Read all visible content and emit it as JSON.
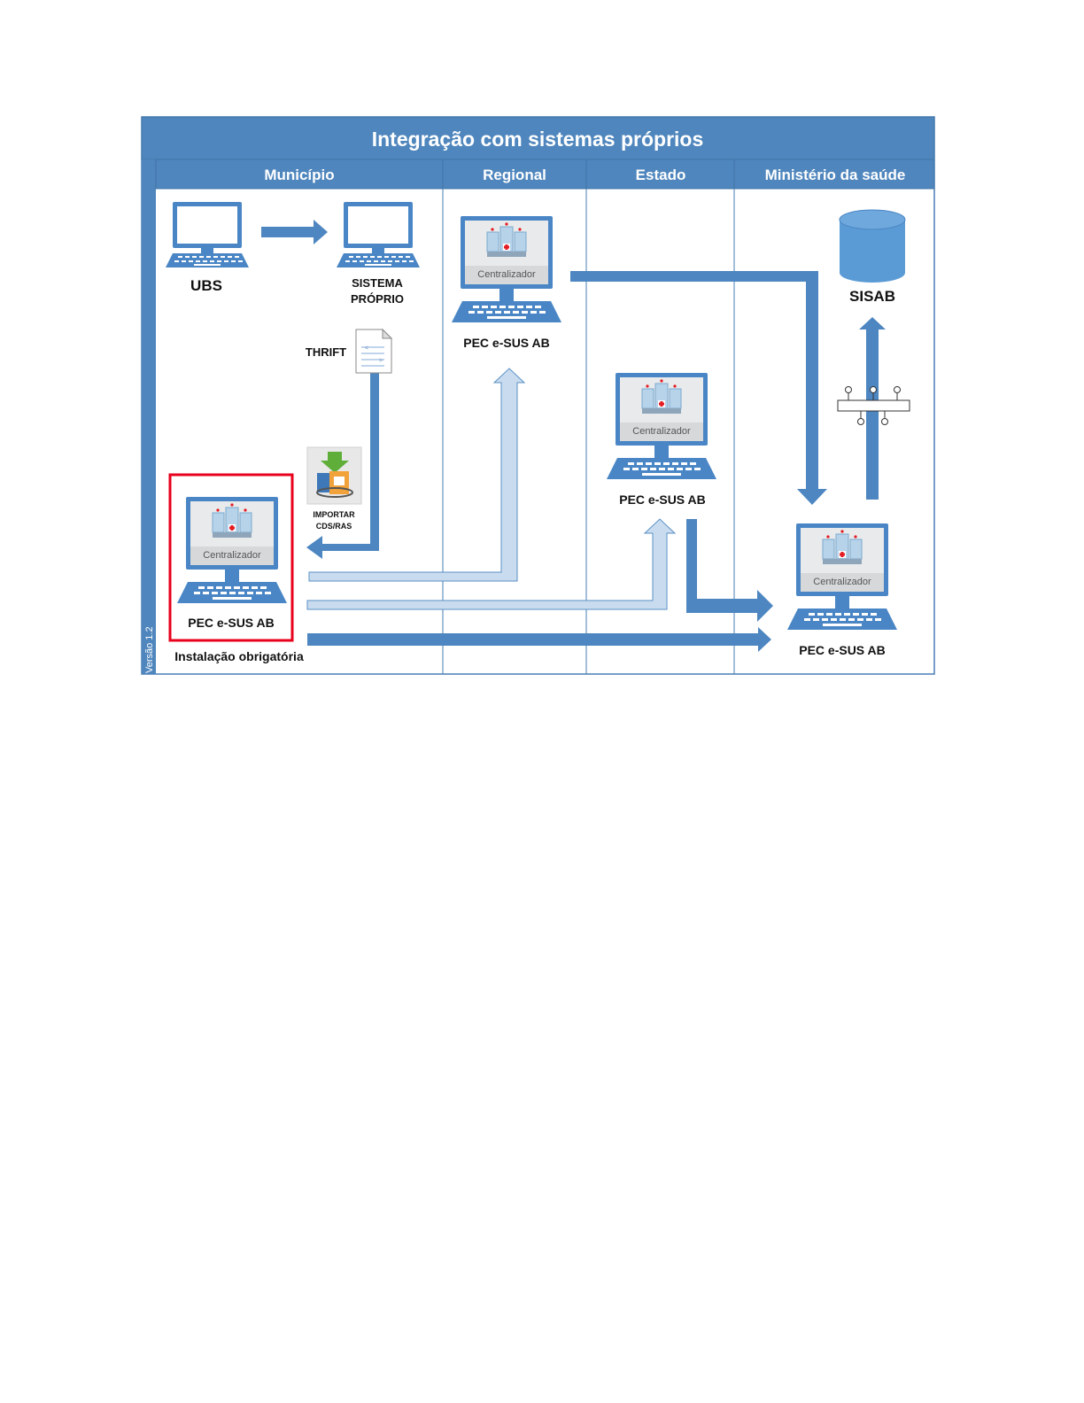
{
  "title": "Integração com sistemas próprios",
  "lanes": [
    "Município",
    "Regional",
    "Estado",
    "Ministério da saúde"
  ],
  "version": "Versão 1.2",
  "nodes": {
    "ubs": "UBS",
    "sistema_proprio": [
      "SISTEMA",
      "PRÓPRIO"
    ],
    "thrift": "THRIFT",
    "importar": [
      "IMPORTAR",
      "CDS/RAS"
    ],
    "pec_municipio": "PEC e-SUS AB",
    "installation_note": "Instalação obrigatória",
    "pec_regional": "PEC e-SUS AB",
    "pec_estado": "PEC e-SUS AB",
    "pec_ministerio": "PEC e-SUS AB",
    "sisab": "SISAB"
  },
  "centralizador_label": "Centralizador",
  "colors": {
    "header": "#4f86bd",
    "header_border": "#3f74a8",
    "lane_border": "#4a7fb5",
    "arrow_dark": "#4d86c0",
    "arrow_light": "#c9dcef",
    "arrow_light_stroke": "#5a8fc6",
    "highlight_box": "#e8001c",
    "monitor_blue": "#4a86c5",
    "database": "#5b9bd5"
  }
}
